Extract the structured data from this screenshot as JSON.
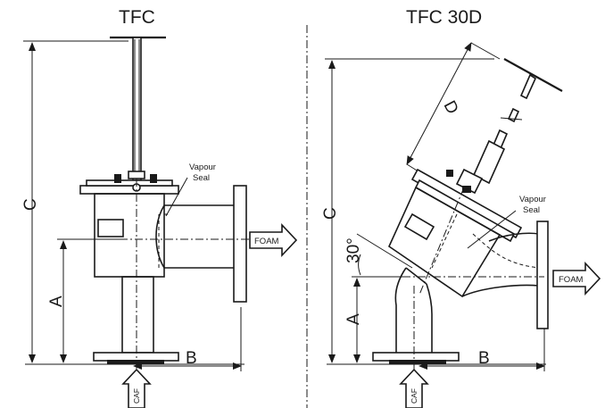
{
  "diagram": {
    "left": {
      "title": "TFC",
      "dim_a": "A",
      "dim_b": "B",
      "dim_c": "C",
      "callout": [
        "Vapour",
        "Seal"
      ],
      "outlet_label": "FOAM",
      "inlet_label": "CAF"
    },
    "right": {
      "title": "TFC 30D",
      "dim_a": "A",
      "dim_b": "B",
      "dim_c": "C",
      "dim_d": "D",
      "angle": "30°",
      "callout": [
        "Vapour",
        "Seal"
      ],
      "outlet_label": "FOAM",
      "inlet_label": "CAF"
    }
  }
}
